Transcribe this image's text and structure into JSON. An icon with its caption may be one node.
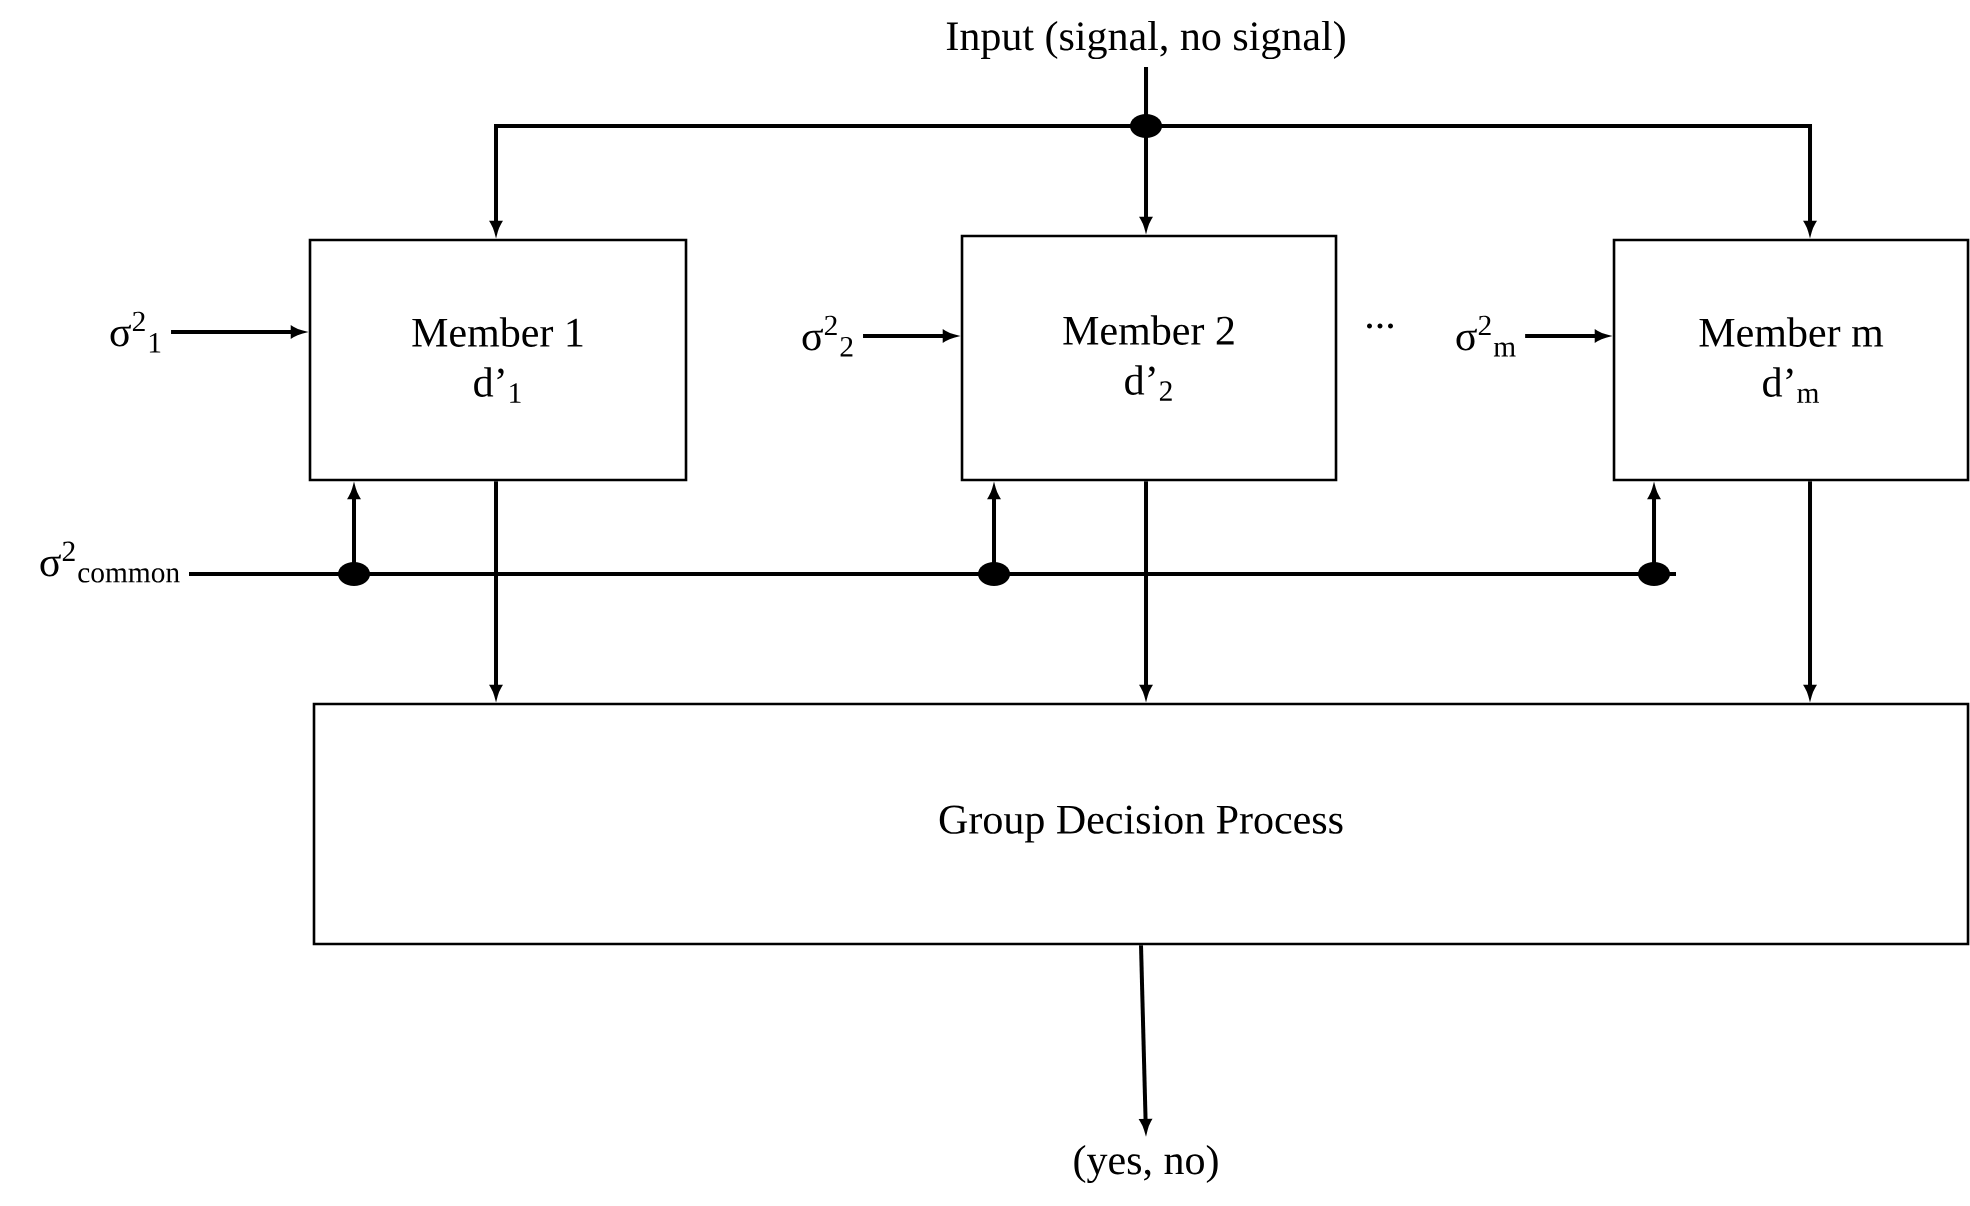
{
  "diagram": {
    "nodes": [
      {
        "text": [
          "Input (signal, no signal)"
        ]
      },
      {
        "text": [
          "Member 1",
          "d’$_{1}$"
        ]
      },
      {
        "text": [
          "Member 2",
          "d’$_{2}$"
        ]
      },
      {
        "text": [
          "Member m",
          "d’$_{m}$"
        ]
      },
      {
        "text": [
          "Group Decision Process"
        ]
      },
      {
        "text": [
          "(yes, no)"
        ]
      },
      {
        "text": [
          "σ$^{2}$$_{1}$"
        ]
      },
      {
        "text": [
          "σ$^{2}$$_{2}$"
        ]
      },
      {
        "text": [
          "σ$^{2}$$_{m}$"
        ]
      },
      {
        "text": [
          "σ$^{2}$$_{common}$"
        ]
      }
    ],
    "edges": [
      {
        "from": 0,
        "to": 1,
        "arrow": "to"
      },
      {
        "from": 0,
        "to": 2,
        "arrow": "to"
      },
      {
        "from": 0,
        "to": 3,
        "arrow": "to"
      },
      {
        "from": 6,
        "to": 1,
        "arrow": "to"
      },
      {
        "from": 7,
        "to": 2,
        "arrow": "to"
      },
      {
        "from": 8,
        "to": 3,
        "arrow": "to"
      },
      {
        "from": 9,
        "to": 1,
        "arrow": "to"
      },
      {
        "from": 9,
        "to": 2,
        "arrow": "to"
      },
      {
        "from": 9,
        "to": 3,
        "arrow": "to"
      },
      {
        "from": 1,
        "to": 4,
        "arrow": "to"
      },
      {
        "from": 2,
        "to": 4,
        "arrow": "to"
      },
      {
        "from": 3,
        "to": 4,
        "arrow": "to"
      },
      {
        "from": 4,
        "to": 5,
        "arrow": "to"
      }
    ],
    "labels": [
      "..."
    ]
  }
}
